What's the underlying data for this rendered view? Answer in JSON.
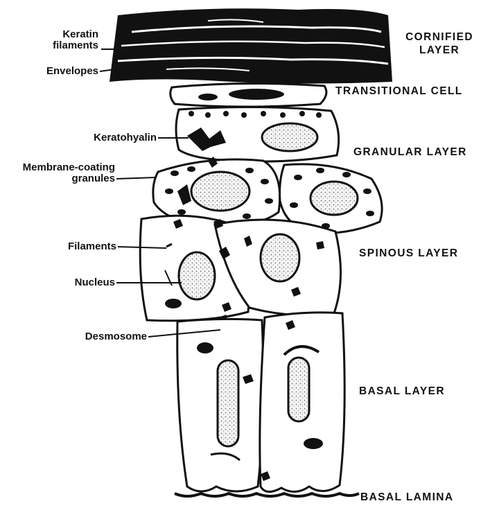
{
  "left_labels": {
    "keratin_filaments": "Keratin filaments",
    "envelopes": "Envelopes",
    "keratohyalin": "Keratohyalin",
    "membrane_coating_granules": "Membrane-coating granules",
    "filaments": "Filaments",
    "nucleus": "Nucleus",
    "desmosome": "Desmosome"
  },
  "right_labels": {
    "cornified_layer": "CORNIFIED LAYER",
    "transitional_cell": "TRANSITIONAL CELL",
    "granular_layer": "GRANULAR LAYER",
    "spinous_layer": "SPINOUS LAYER",
    "basal_layer": "BASAL LAYER",
    "basal_lamina": "BASAL LAMINA"
  },
  "colors": {
    "ink": "#111111",
    "paper": "#ffffff",
    "stipple": "#dcdcdc"
  }
}
